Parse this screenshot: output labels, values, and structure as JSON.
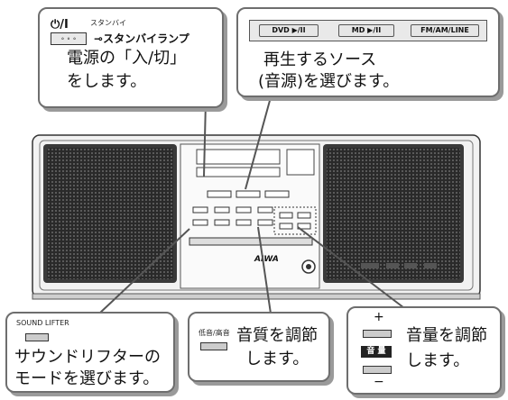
{
  "power_callout": {
    "symbol": "⏻/I",
    "small_label": "スタンバイ",
    "lamp_label": "スタンバイランプ",
    "line1": "電源の「入/切」",
    "line2": "をします。"
  },
  "source_callout": {
    "buttons": [
      "DVD ▶/II",
      "MD ▶/II",
      "FM/AM/LINE"
    ],
    "line1": "再生するソース",
    "line2": "(音源)を選びます。"
  },
  "device": {
    "brand": "AIWA"
  },
  "sound_lifter_callout": {
    "button_label": "SOUND LIFTER",
    "line1": "サウンドリフターの",
    "line2": "モードを選びます。"
  },
  "tone_callout": {
    "button_label": "低音/高音",
    "line1": "音質を調節",
    "line2": "します。"
  },
  "volume_callout": {
    "plus": "+",
    "badge": "音 量",
    "minus": "−",
    "line1": "音量を調節",
    "line2": "します。"
  }
}
